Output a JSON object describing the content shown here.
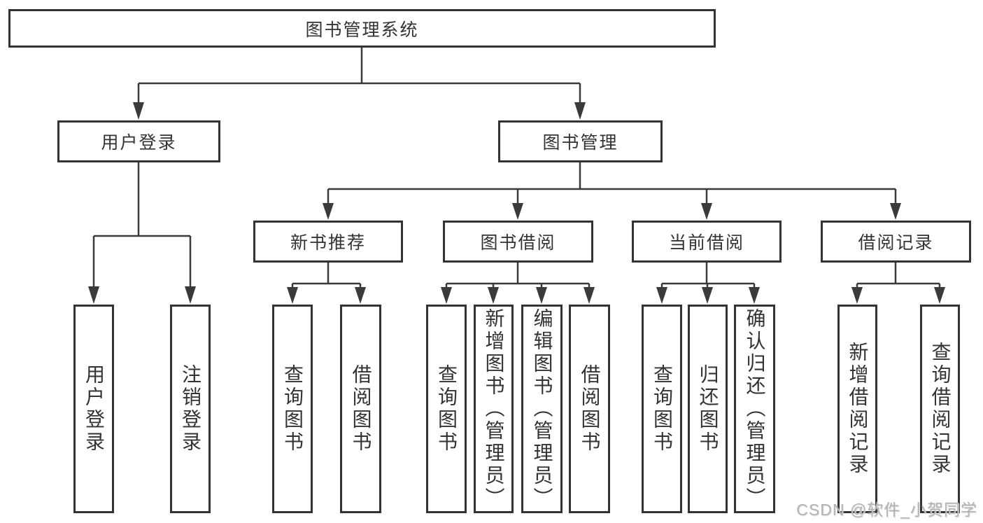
{
  "colors": {
    "line": "#3a3a3a",
    "box_border": "#333333",
    "text": "#333333",
    "watermark": "#b2b2b2"
  },
  "diagram": {
    "root": {
      "label": "图书管理系统"
    },
    "level2": [
      {
        "label": "用户登录"
      },
      {
        "label": "图书管理"
      }
    ],
    "level3": [
      {
        "label": "新书推荐"
      },
      {
        "label": "图书借阅"
      },
      {
        "label": "当前借阅"
      },
      {
        "label": "借阅记录"
      }
    ],
    "leaves": {
      "user_login": [
        {
          "label": "用户登录"
        },
        {
          "label": "注销登录"
        }
      ],
      "new_book_recommendation": [
        {
          "label": "查询图书"
        },
        {
          "label": "借阅图书"
        }
      ],
      "book_borrowing": [
        {
          "label": "查询图书"
        },
        {
          "label": "新增图书（管理员）"
        },
        {
          "label": "编辑图书（管理员）"
        },
        {
          "label": "借阅图书"
        }
      ],
      "current_borrowing": [
        {
          "label": "查询图书"
        },
        {
          "label": "归还图书"
        },
        {
          "label": "确认归还（管理员）"
        }
      ],
      "borrowing_records": [
        {
          "label": "新增借阅记录"
        },
        {
          "label": "查询借阅记录"
        }
      ]
    },
    "watermark": "CSDN @软件_小贺同学"
  }
}
